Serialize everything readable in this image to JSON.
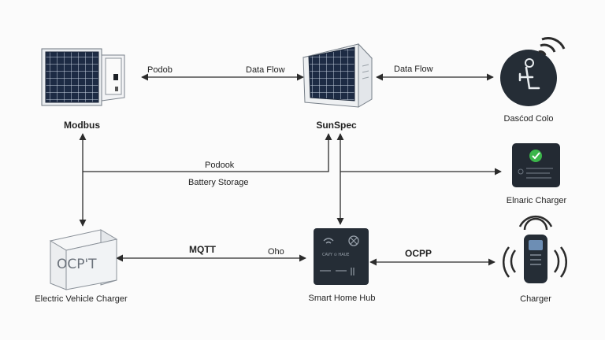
{
  "nodes": {
    "solar": {
      "label": "Modbus"
    },
    "inverter": {
      "label": "SunSpec"
    },
    "dashboard": {
      "label": "Dasćod Colo"
    },
    "charger_top": {
      "label": "Elnaric Charger"
    },
    "ev_box": {
      "label": "Electric Vehicle Charger",
      "box_text": "OCP'T"
    },
    "hub": {
      "label": "Smart Home Hub",
      "screen_text": "CAVY ⊙ HAUE"
    },
    "charger": {
      "label": "Charger"
    }
  },
  "edges": {
    "solar_inverter_left": "Podob",
    "solar_inverter_right": "Data Flow",
    "inverter_dashboard": "Data Flow",
    "bus_top": "Podook",
    "bus_bottom": "Battery Storage",
    "ev_hub_left": "MQTT",
    "ev_hub_right": "Oho",
    "hub_charger": "OCPP"
  },
  "colors": {
    "line": "#2b2b2b",
    "panel": "#1f2a3a",
    "device_dark": "#222a33",
    "accent_green": "#3bb54a"
  }
}
